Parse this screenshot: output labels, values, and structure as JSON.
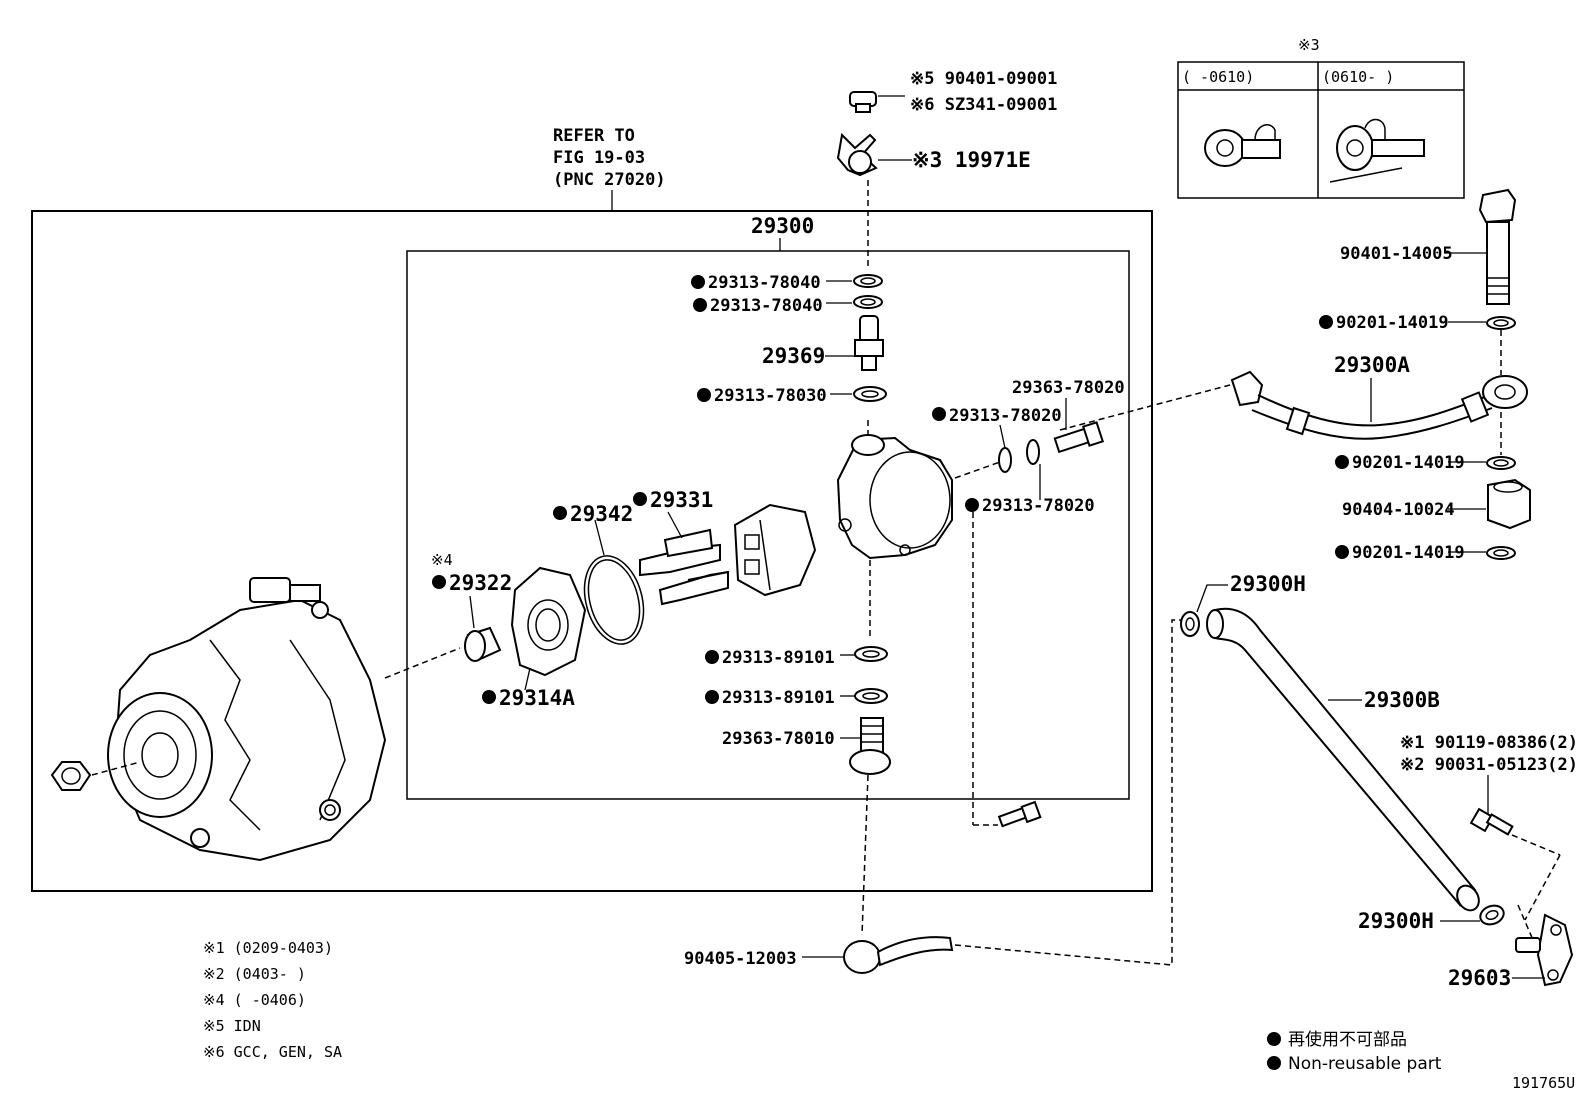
{
  "refer": {
    "line1": "REFER TO",
    "line2": "FIG 19-03",
    "line3": "(PNC 27020)"
  },
  "assembly_label": "29300",
  "inset": {
    "title": "※3",
    "col1": "(      -0610)",
    "col2": "(0610-      )"
  },
  "parts": {
    "p_90401_09001": "※5 90401-09001",
    "p_sz341": "※6 SZ341-09001",
    "p_19971e": "※3 19971E",
    "p_29313_78040_a": "29313-78040",
    "p_29313_78040_b": "29313-78040",
    "p_29369": "29369",
    "p_29313_78030": "29313-78030",
    "p_29363_78020": "29363-78020",
    "p_29313_78020_a": "29313-78020",
    "p_29313_78020_b": "29313-78020",
    "p_29342": "29342",
    "p_29331": "29331",
    "p_29322_note": "※4",
    "p_29322": "29322",
    "p_29314a": "29314A",
    "p_29313_89101_a": "29313-89101",
    "p_29313_89101_b": "29313-89101",
    "p_29363_78010": "29363-78010",
    "p_90401_14005": "90401-14005",
    "p_90201_14019_a": "90201-14019",
    "p_29300a": "29300A",
    "p_90201_14019_b": "90201-14019",
    "p_90404_10024": "90404-10024",
    "p_90201_14019_c": "90201-14019",
    "p_29300h_top": "29300H",
    "p_29300b": "29300B",
    "p_90119": "※1 90119-08386(2)",
    "p_90031": "※2 90031-05123(2)",
    "p_29300h_bot": "29300H",
    "p_29603": "29603",
    "p_90405_12003": "90405-12003"
  },
  "notes": [
    "※1 (0209-0403)",
    "※2 (0403-     )",
    "※4 (     -0406)",
    "※5 IDN",
    "※6 GCC, GEN, SA"
  ],
  "legend": {
    "jp": "再使用不可部品",
    "en": "Non-reusable part"
  },
  "figure_id": "191765U"
}
